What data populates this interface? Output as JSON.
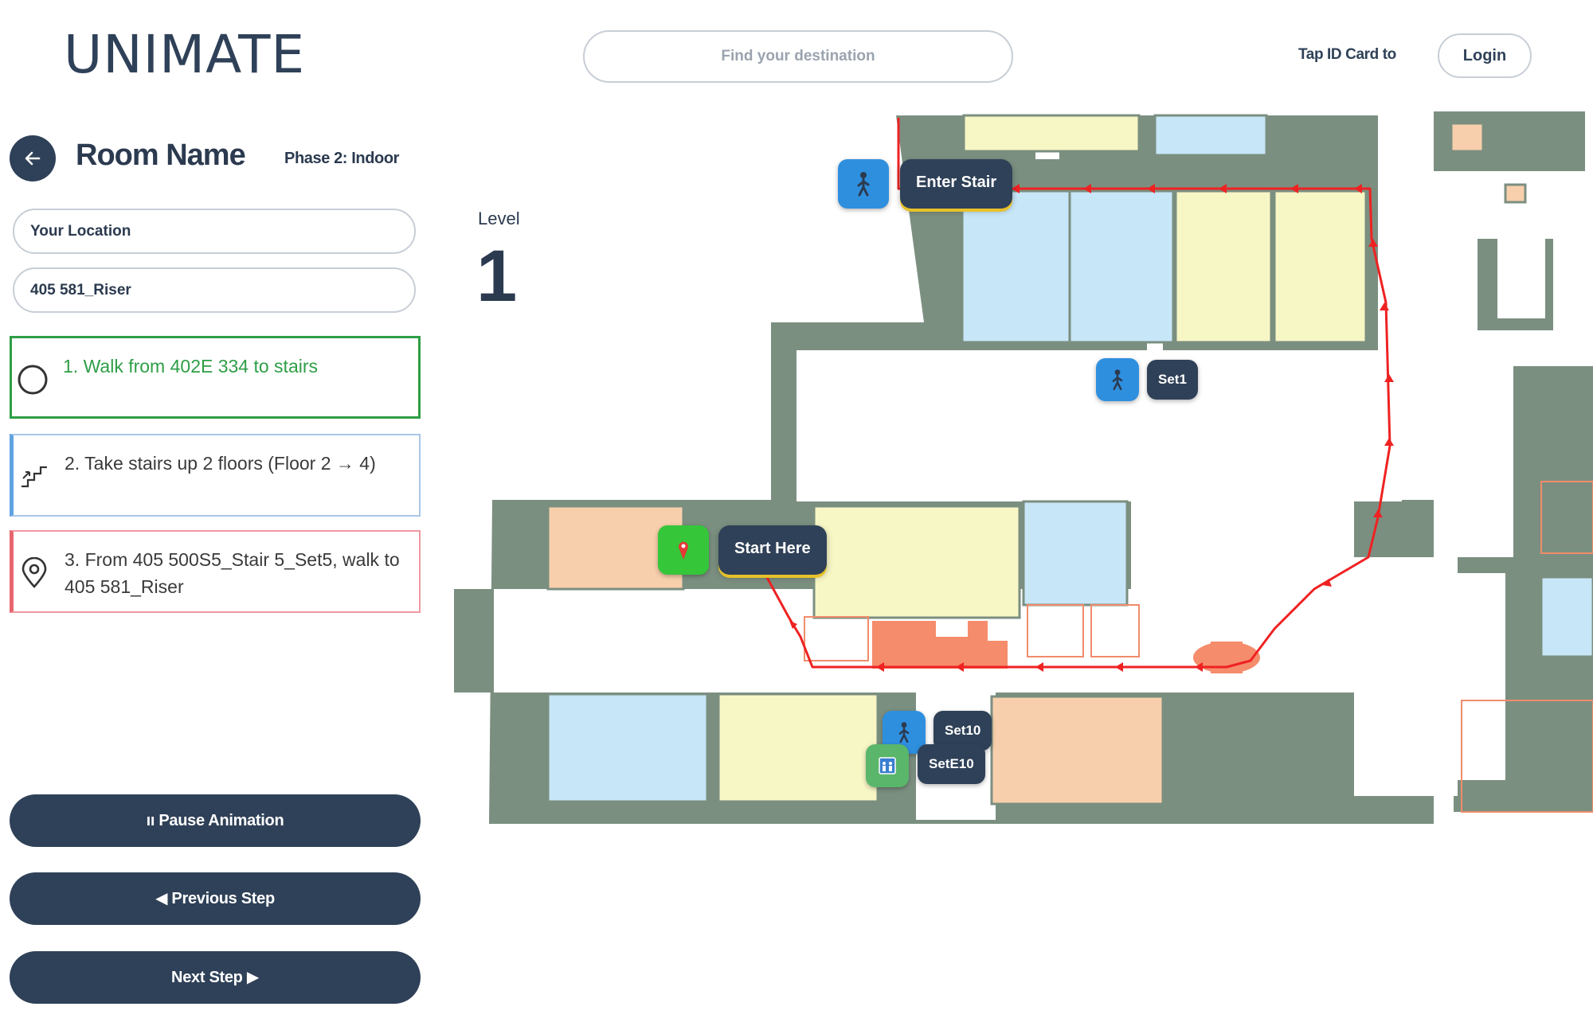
{
  "header": {
    "logo": "UNIMATE",
    "search_placeholder": "Find your destination",
    "tap_label": "Tap ID Card to",
    "login_label": "Login"
  },
  "sidebar": {
    "room_name": "Room Name",
    "phase": "Phase 2: Indoor",
    "from_field": "Your Location",
    "to_field": "405 581_Riser",
    "steps": [
      {
        "text": "1. Walk from 402E 334 to stairs",
        "icon": "circle-icon",
        "status": "active",
        "color": "#2e9e46"
      },
      {
        "text": "2. Take stairs up 2 floors (Floor 2 → 4)",
        "icon": "stairs-icon",
        "color": "#5fa3e0"
      },
      {
        "text": "3. From 405 500S5_Stair 5_Set5, walk to 405 581_Riser",
        "icon": "location-pin-icon",
        "color": "#e8666f"
      }
    ],
    "buttons": {
      "pause": "ıı Pause Animation",
      "previous": "◀ Previous Step",
      "next": "Next Step ▶"
    }
  },
  "map": {
    "level_label": "Level",
    "level_number": "1",
    "markers": {
      "enter_stair": "Enter Stair",
      "start_here": "Start Here",
      "set1": "Set1",
      "set10": "Set10",
      "sete10": "SetE10"
    },
    "colors": {
      "wall": "#7b8f80",
      "blue_room": "#c7e6f7",
      "yellow_room": "#f7f6c5",
      "peach_room": "#f8cfac",
      "orange": "#f58c6b",
      "route": "#ef2222"
    }
  }
}
